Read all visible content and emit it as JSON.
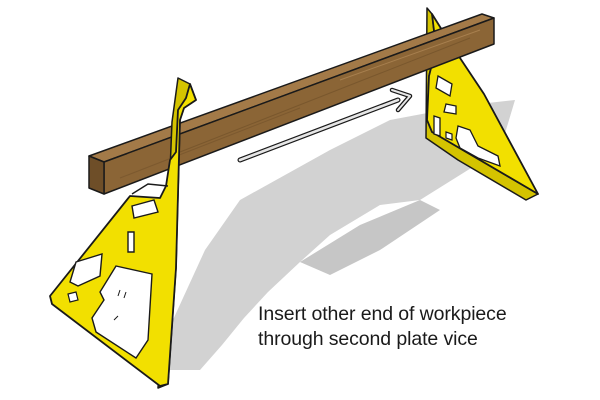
{
  "caption": {
    "line1": "Insert other end of workpiece",
    "line2": "through second plate vice"
  },
  "colors": {
    "plate": "#f2e000",
    "plate_shade": "#d9c700",
    "outline": "#1a1a1a",
    "wood_top": "#a37a48",
    "wood_front": "#8b6536",
    "wood_end": "#6e4e28",
    "shadow": "#cfcfcf",
    "arrow": "#d8d8d8"
  },
  "illustration": {
    "parts": [
      "left-plate-vice",
      "right-plate-vice",
      "wooden-workpiece",
      "direction-arrow",
      "cast-shadow"
    ]
  }
}
